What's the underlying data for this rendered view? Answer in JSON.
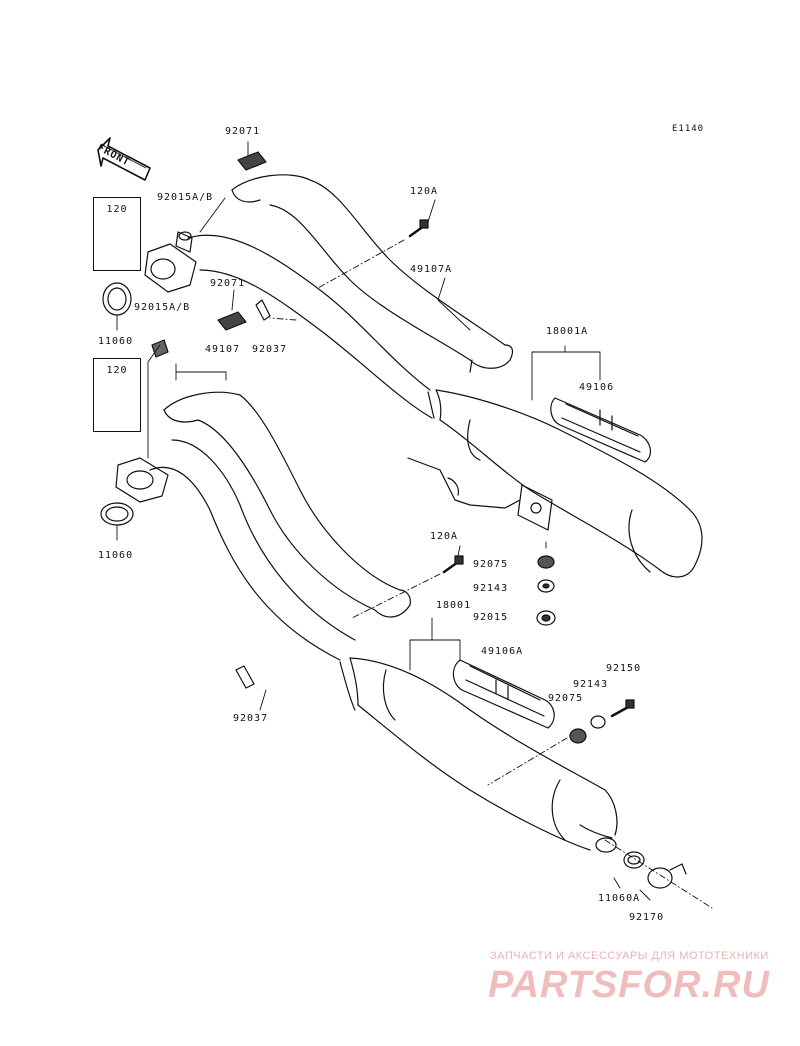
{
  "diagram": {
    "code": "E1140",
    "front_label": "FRONT",
    "labels": {
      "p92071_top": "92071",
      "p92015ab_top": "92015A/B",
      "p120_top": "120",
      "p11060_top": "11060",
      "p92015ab_mid": "92015A/B",
      "p92071_mid": "92071",
      "p49107": "49107",
      "p92037_top": "92037",
      "p120_mid": "120",
      "p11060_bottom": "11060",
      "p120a_top": "120A",
      "p49107a": "49107A",
      "p18001a": "18001A",
      "p49106": "49106",
      "p120a_mid": "120A",
      "p92075_right": "92075",
      "p92143_right": "92143",
      "p92015_right": "92015",
      "p18001": "18001",
      "p49106a": "49106A",
      "p92150": "92150",
      "p92143_low": "92143",
      "p92075_low": "92075",
      "p92037_bottom": "92037",
      "p11060a": "11060A",
      "p92170": "92170"
    }
  },
  "watermark": {
    "tagline": "ЗАПЧАСТИ И АКСЕССУАРЫ ДЛЯ МОТОТЕХНИКИ",
    "brand": "PARTSFOR.RU",
    "color": "#f1bcbc"
  }
}
